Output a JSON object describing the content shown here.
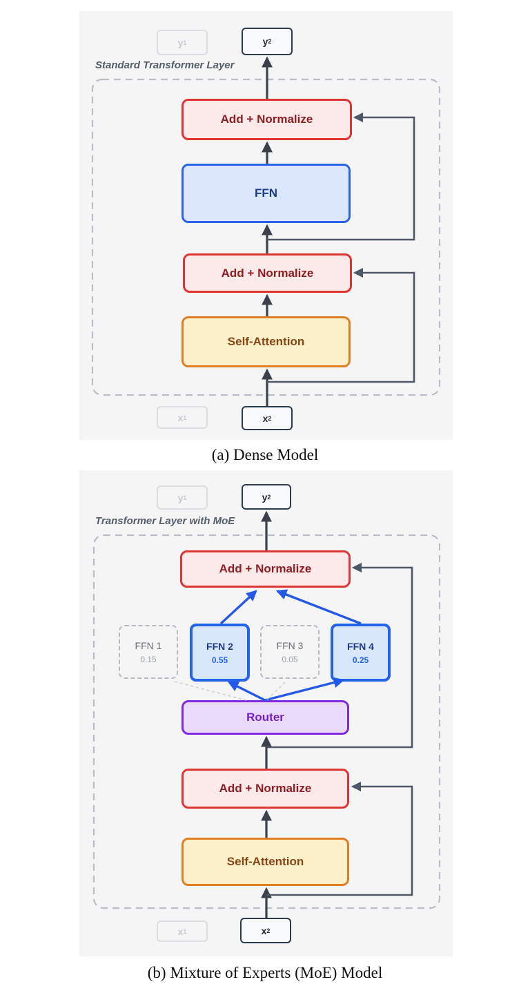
{
  "figure": {
    "type": "architecture-diagram",
    "description_visible_text_only": true
  },
  "colors": {
    "panel_bg": "#f5f5f6",
    "add_normalize_fill": "#fce9e9",
    "add_normalize_border": "#e23333",
    "add_normalize_text": "#8f1d22",
    "ffn_fill": "#dbe8fb",
    "ffn_border": "#2b63e8",
    "ffn_text": "#1b3a8c",
    "self_attention_fill": "#fcf1ca",
    "self_attention_border": "#e07e20",
    "self_attention_text": "#8a4513",
    "router_fill": "#eadbfc",
    "router_border": "#8228dd",
    "router_text": "#7520c4",
    "selected_expert_fill": "#d9e7fa",
    "selected_expert_border": "#2563eb",
    "unselected_expert_border": "#b6bbc3",
    "arrow_dark": "#3a414d",
    "residual_line": "#4e5766",
    "arrow_blue": "#2458e6",
    "dashed_frame": "#b9bec6",
    "token_border": "#2c3a4d",
    "faded_token": "#c6cad1"
  },
  "panel_a": {
    "frame_label": "Standard Transformer Layer",
    "caption": "(a) Dense Model",
    "tokens": {
      "y1": {
        "base": "y",
        "sub": "1"
      },
      "y2": {
        "base": "y",
        "sub": "2"
      },
      "x1": {
        "base": "x",
        "sub": "1"
      },
      "x2": {
        "base": "x",
        "sub": "2"
      }
    },
    "blocks": {
      "add_norm_top": "Add + Normalize",
      "ffn": "FFN",
      "add_norm_bottom": "Add + Normalize",
      "self_attention": "Self-Attention"
    }
  },
  "panel_b": {
    "frame_label": "Transformer Layer with MoE",
    "caption": "(b) Mixture of Experts (MoE) Model",
    "tokens": {
      "y1": {
        "base": "y",
        "sub": "1"
      },
      "y2": {
        "base": "y",
        "sub": "2"
      },
      "x1": {
        "base": "x",
        "sub": "1"
      },
      "x2": {
        "base": "x",
        "sub": "2"
      }
    },
    "blocks": {
      "add_norm_top": "Add + Normalize",
      "router": "Router",
      "add_norm_middle": "Add + Normalize",
      "self_attention": "Self-Attention"
    },
    "experts": [
      {
        "label": "FFN 1",
        "weight": "0.15",
        "selected": false
      },
      {
        "label": "FFN 2",
        "weight": "0.55",
        "selected": true
      },
      {
        "label": "FFN 3",
        "weight": "0.05",
        "selected": false
      },
      {
        "label": "FFN 4",
        "weight": "0.25",
        "selected": true
      }
    ]
  }
}
